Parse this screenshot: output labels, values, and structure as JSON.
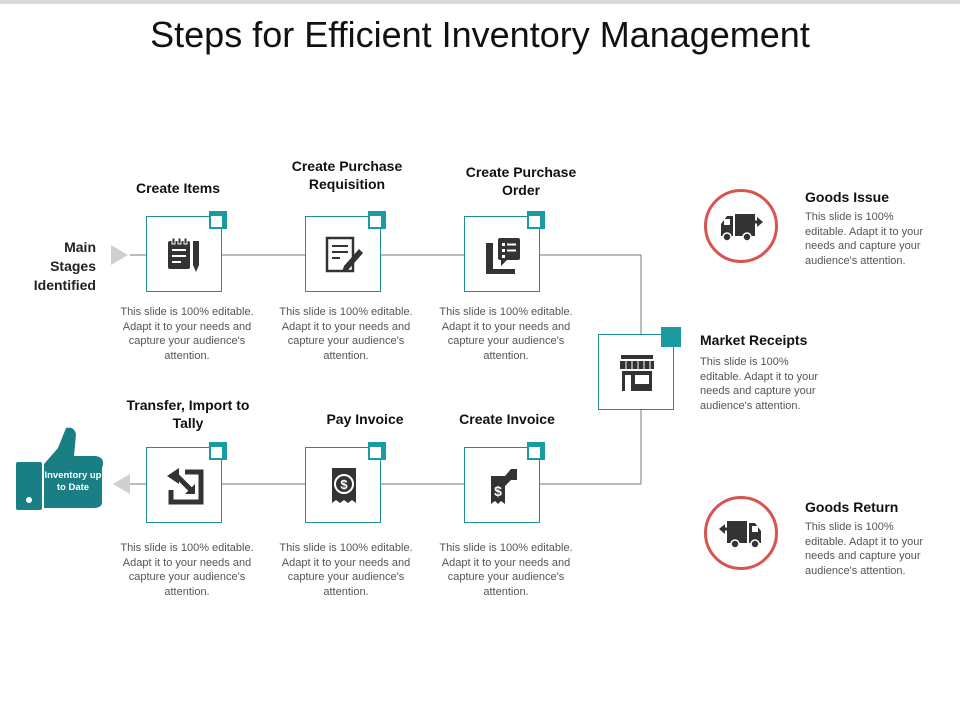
{
  "title": "Steps for Efficient Inventory Management",
  "main_stages": "Main Stages Identified",
  "desc_text": "This slide is 100% editable. Adapt it to your needs and capture your audience's attention.",
  "colors": {
    "teal": "#1a9ba1",
    "red": "#d9534f",
    "icon": "#333333"
  },
  "top_steps": [
    {
      "label": "Create Items",
      "icon": "notepad-pen-icon"
    },
    {
      "label": "Create Purchase Requisition",
      "icon": "document-edit-icon"
    },
    {
      "label": "Create Purchase Order",
      "icon": "order-list-icon"
    }
  ],
  "bottom_steps": [
    {
      "label": "Transfer, Import to Tally",
      "icon": "return-arrow-icon"
    },
    {
      "label": "Pay Invoice",
      "icon": "dollar-receipt-icon"
    },
    {
      "label": "Create Invoice",
      "icon": "invoice-icon"
    }
  ],
  "market": {
    "label": "Market Receipts",
    "icon": "store-icon"
  },
  "goods_issue": {
    "label": "Goods Issue",
    "icon": "truck-forward-icon"
  },
  "goods_return": {
    "label": "Goods Return",
    "icon": "truck-back-icon"
  },
  "thumb": {
    "text": "Inventory up to Date",
    "icon": "thumbs-up-icon"
  }
}
